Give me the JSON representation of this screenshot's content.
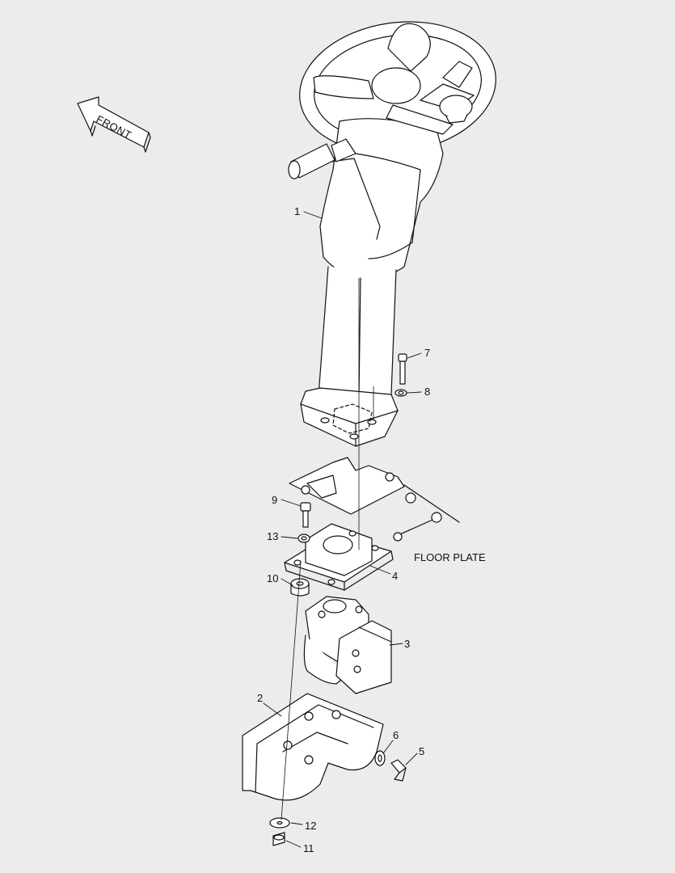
{
  "direction_label": "FRONT",
  "area_label": "FLOOR PLATE",
  "callouts": {
    "c1": "1",
    "c2": "2",
    "c3": "3",
    "c4": "4",
    "c5": "5",
    "c6": "6",
    "c7": "7",
    "c8": "8",
    "c9": "9",
    "c10": "10",
    "c11": "11",
    "c12": "12",
    "c13": "13"
  },
  "colors": {
    "background": "#ececec",
    "line": "#111111",
    "fill": "#ffffff"
  }
}
